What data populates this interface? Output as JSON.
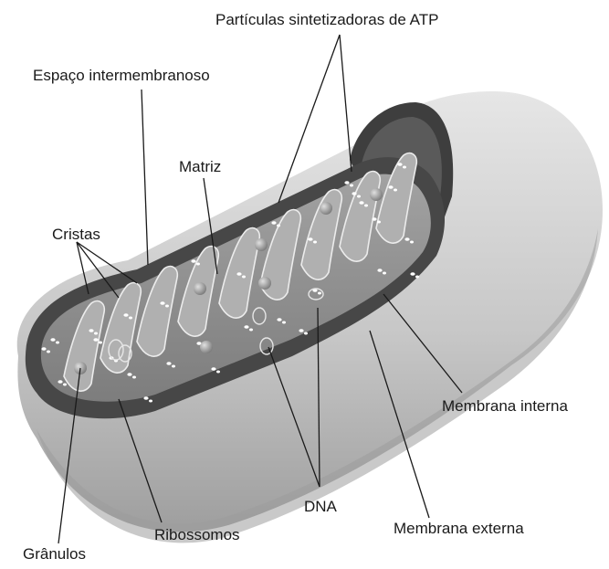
{
  "labels": {
    "atp_particles": "Partículas sintetizadoras de ATP",
    "intermembrane_space": "Espaço intermembranoso",
    "matrix": "Matriz",
    "cristae": "Cristas",
    "inner_membrane": "Membrana interna",
    "dna": "DNA",
    "outer_membrane": "Membrana externa",
    "ribosomes": "Ribossomos",
    "granules": "Grânulos"
  },
  "colors": {
    "outer_shell": "#c9c9c9",
    "shell_shadow": "#a9a9a9",
    "intermembrane": "#4a4a4a",
    "matrix": "#8f8f8f",
    "crista_fill": "#b3b3b3",
    "membrane_line": "#e8e8e8"
  }
}
